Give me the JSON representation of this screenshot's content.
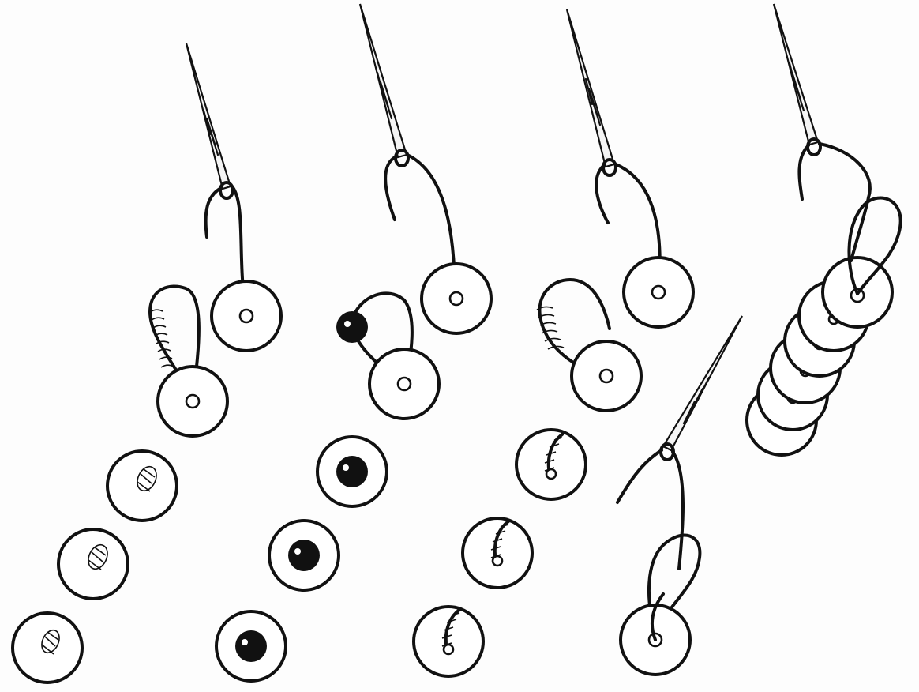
{
  "figure": {
    "background": "#ffffff",
    "ink_color": "#111111",
    "panels": [
      {
        "id": "panel-1",
        "finished_sequins": 3,
        "finished_style": "twisted-bugle-loop"
      },
      {
        "id": "panel-2",
        "finished_sequins": 3,
        "finished_style": "round-bead"
      },
      {
        "id": "panel-3",
        "finished_sequins": 3,
        "finished_style": "twisted-bugle-hook"
      },
      {
        "id": "panel-4",
        "finished_sequins": 0,
        "finished_style": "loop-stitch"
      },
      {
        "id": "panel-5",
        "finished_sequins": 6,
        "finished_style": "overlapping-stack"
      }
    ]
  }
}
